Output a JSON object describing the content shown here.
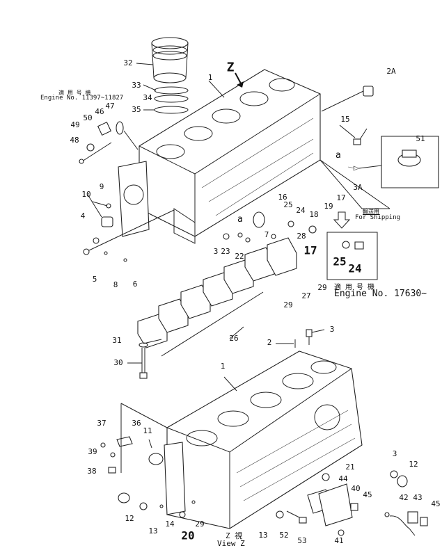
{
  "view_marker": "Z",
  "notes": {
    "serial_old_jp": "適 用 号 機",
    "serial_old": "Engine No. 11397~11827",
    "for_shipping_jp": "輸送用",
    "for_shipping": "For Shipping",
    "serial_new_jp": "適 用 号 機",
    "serial_new": "Engine No. 17630~",
    "view_z_jp": "Z  視",
    "view_z": "View  Z",
    "ref_a": "a"
  },
  "labels_top": [
    "32",
    "33",
    "34",
    "35",
    "1",
    "2A",
    "15",
    "51",
    "50",
    "46",
    "47",
    "49",
    "48",
    "9",
    "10",
    "4",
    "5",
    "8",
    "6",
    "3",
    "23",
    "22",
    "7",
    "28",
    "17",
    "25",
    "24",
    "18",
    "19",
    "17",
    "3A",
    "16",
    "25",
    "24",
    "29",
    "27",
    "29",
    "26",
    "31",
    "30"
  ],
  "labels_bottom": [
    "3",
    "2",
    "1",
    "37",
    "36",
    "11",
    "39",
    "38",
    "12",
    "13",
    "14",
    "20",
    "29",
    "13",
    "52",
    "53",
    "44",
    "40",
    "45",
    "21",
    "41",
    "42",
    "43",
    "45",
    "3",
    "12"
  ],
  "big_labels": [
    "17",
    "25",
    "24",
    "20"
  ]
}
